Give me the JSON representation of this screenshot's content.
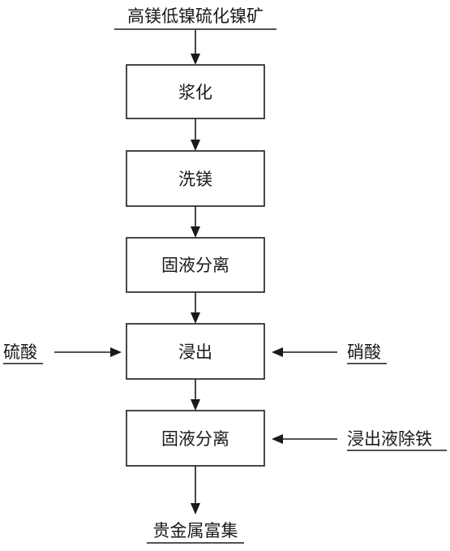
{
  "diagram": {
    "input": "高镁低镍硫化镍矿",
    "steps": [
      "浆化",
      "洗镁",
      "固液分离",
      "浸出",
      "固液分离"
    ],
    "side_inputs": {
      "left_leach": "硫酸",
      "right_leach": "硝酸",
      "right_separation": "浸出液除铁"
    },
    "output": "贵金属富集"
  }
}
